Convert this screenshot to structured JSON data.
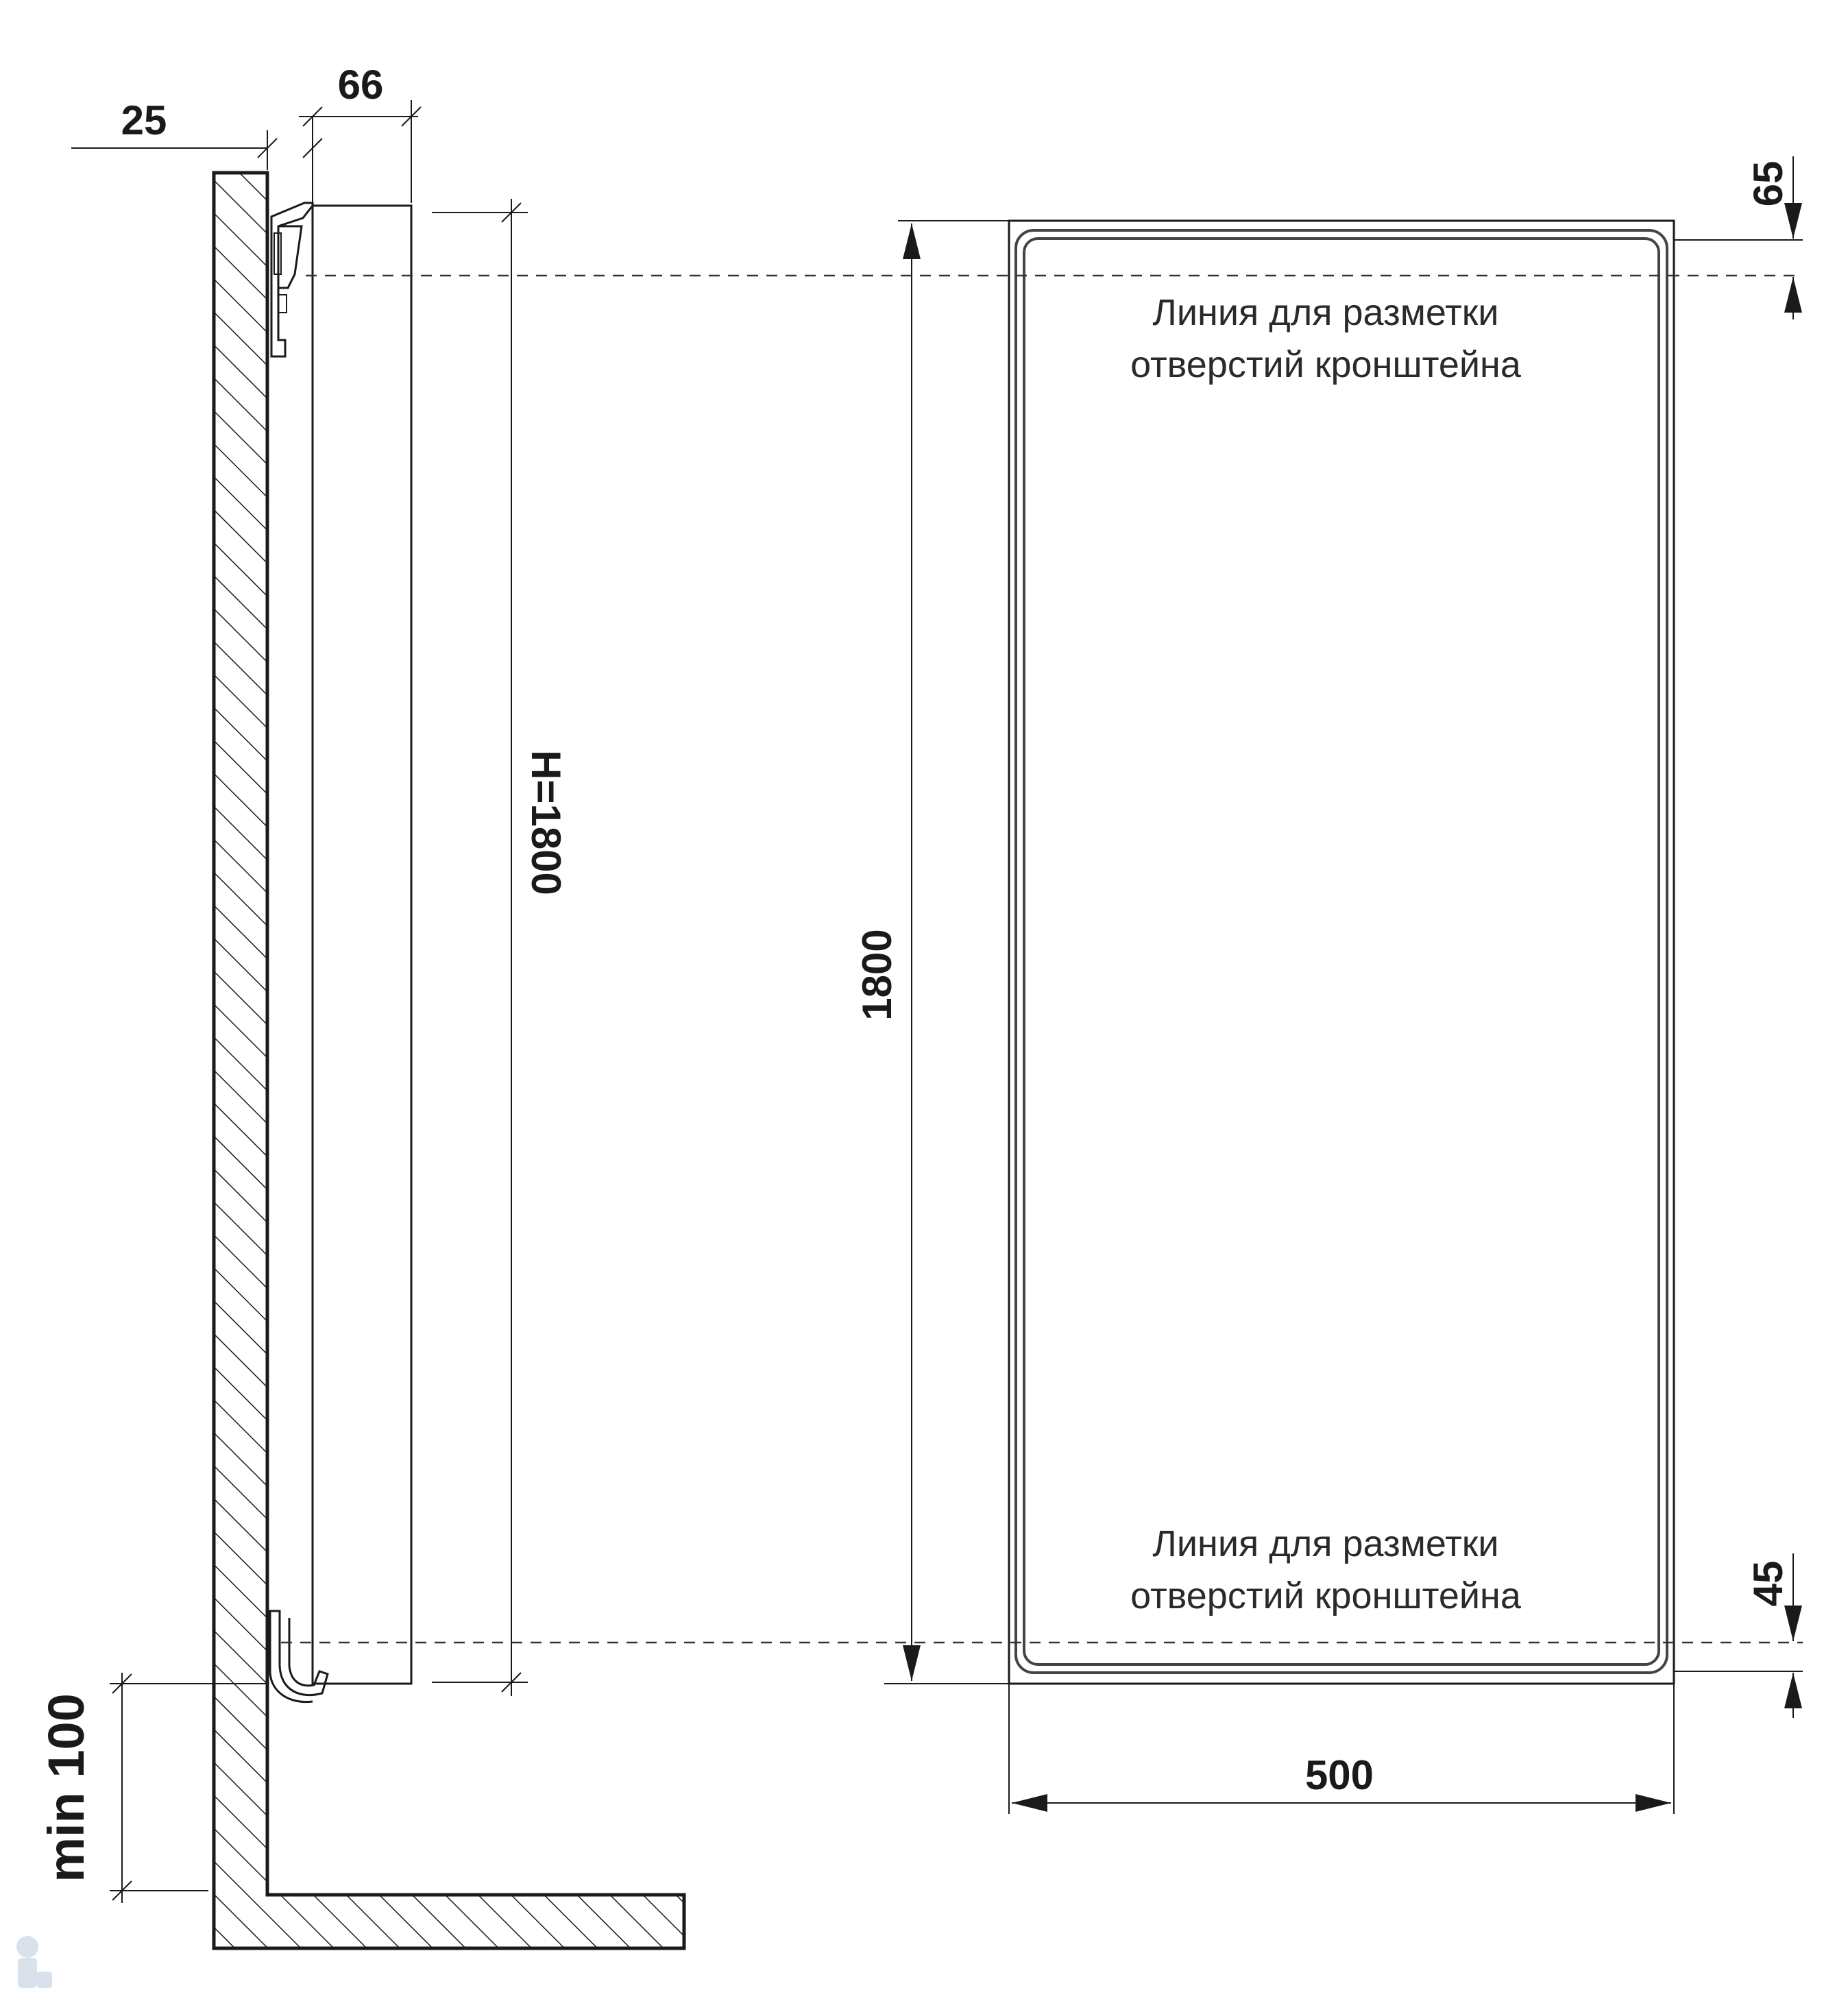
{
  "dimensions": {
    "wall_gap": "25",
    "depth": "66",
    "height_side": "H=1800",
    "height_front": "1800",
    "width": "500",
    "top_offset": "65",
    "bottom_offset": "45",
    "floor_gap": "min 100"
  },
  "notes": {
    "top_line1": "Линия для разметки",
    "top_line2": "отверстий кронштейна",
    "bottom_line1": "Линия для разметки",
    "bottom_line2": "отверстий кронштейна"
  },
  "colors": {
    "line": "#1a1a1a",
    "background": "#ffffff"
  }
}
